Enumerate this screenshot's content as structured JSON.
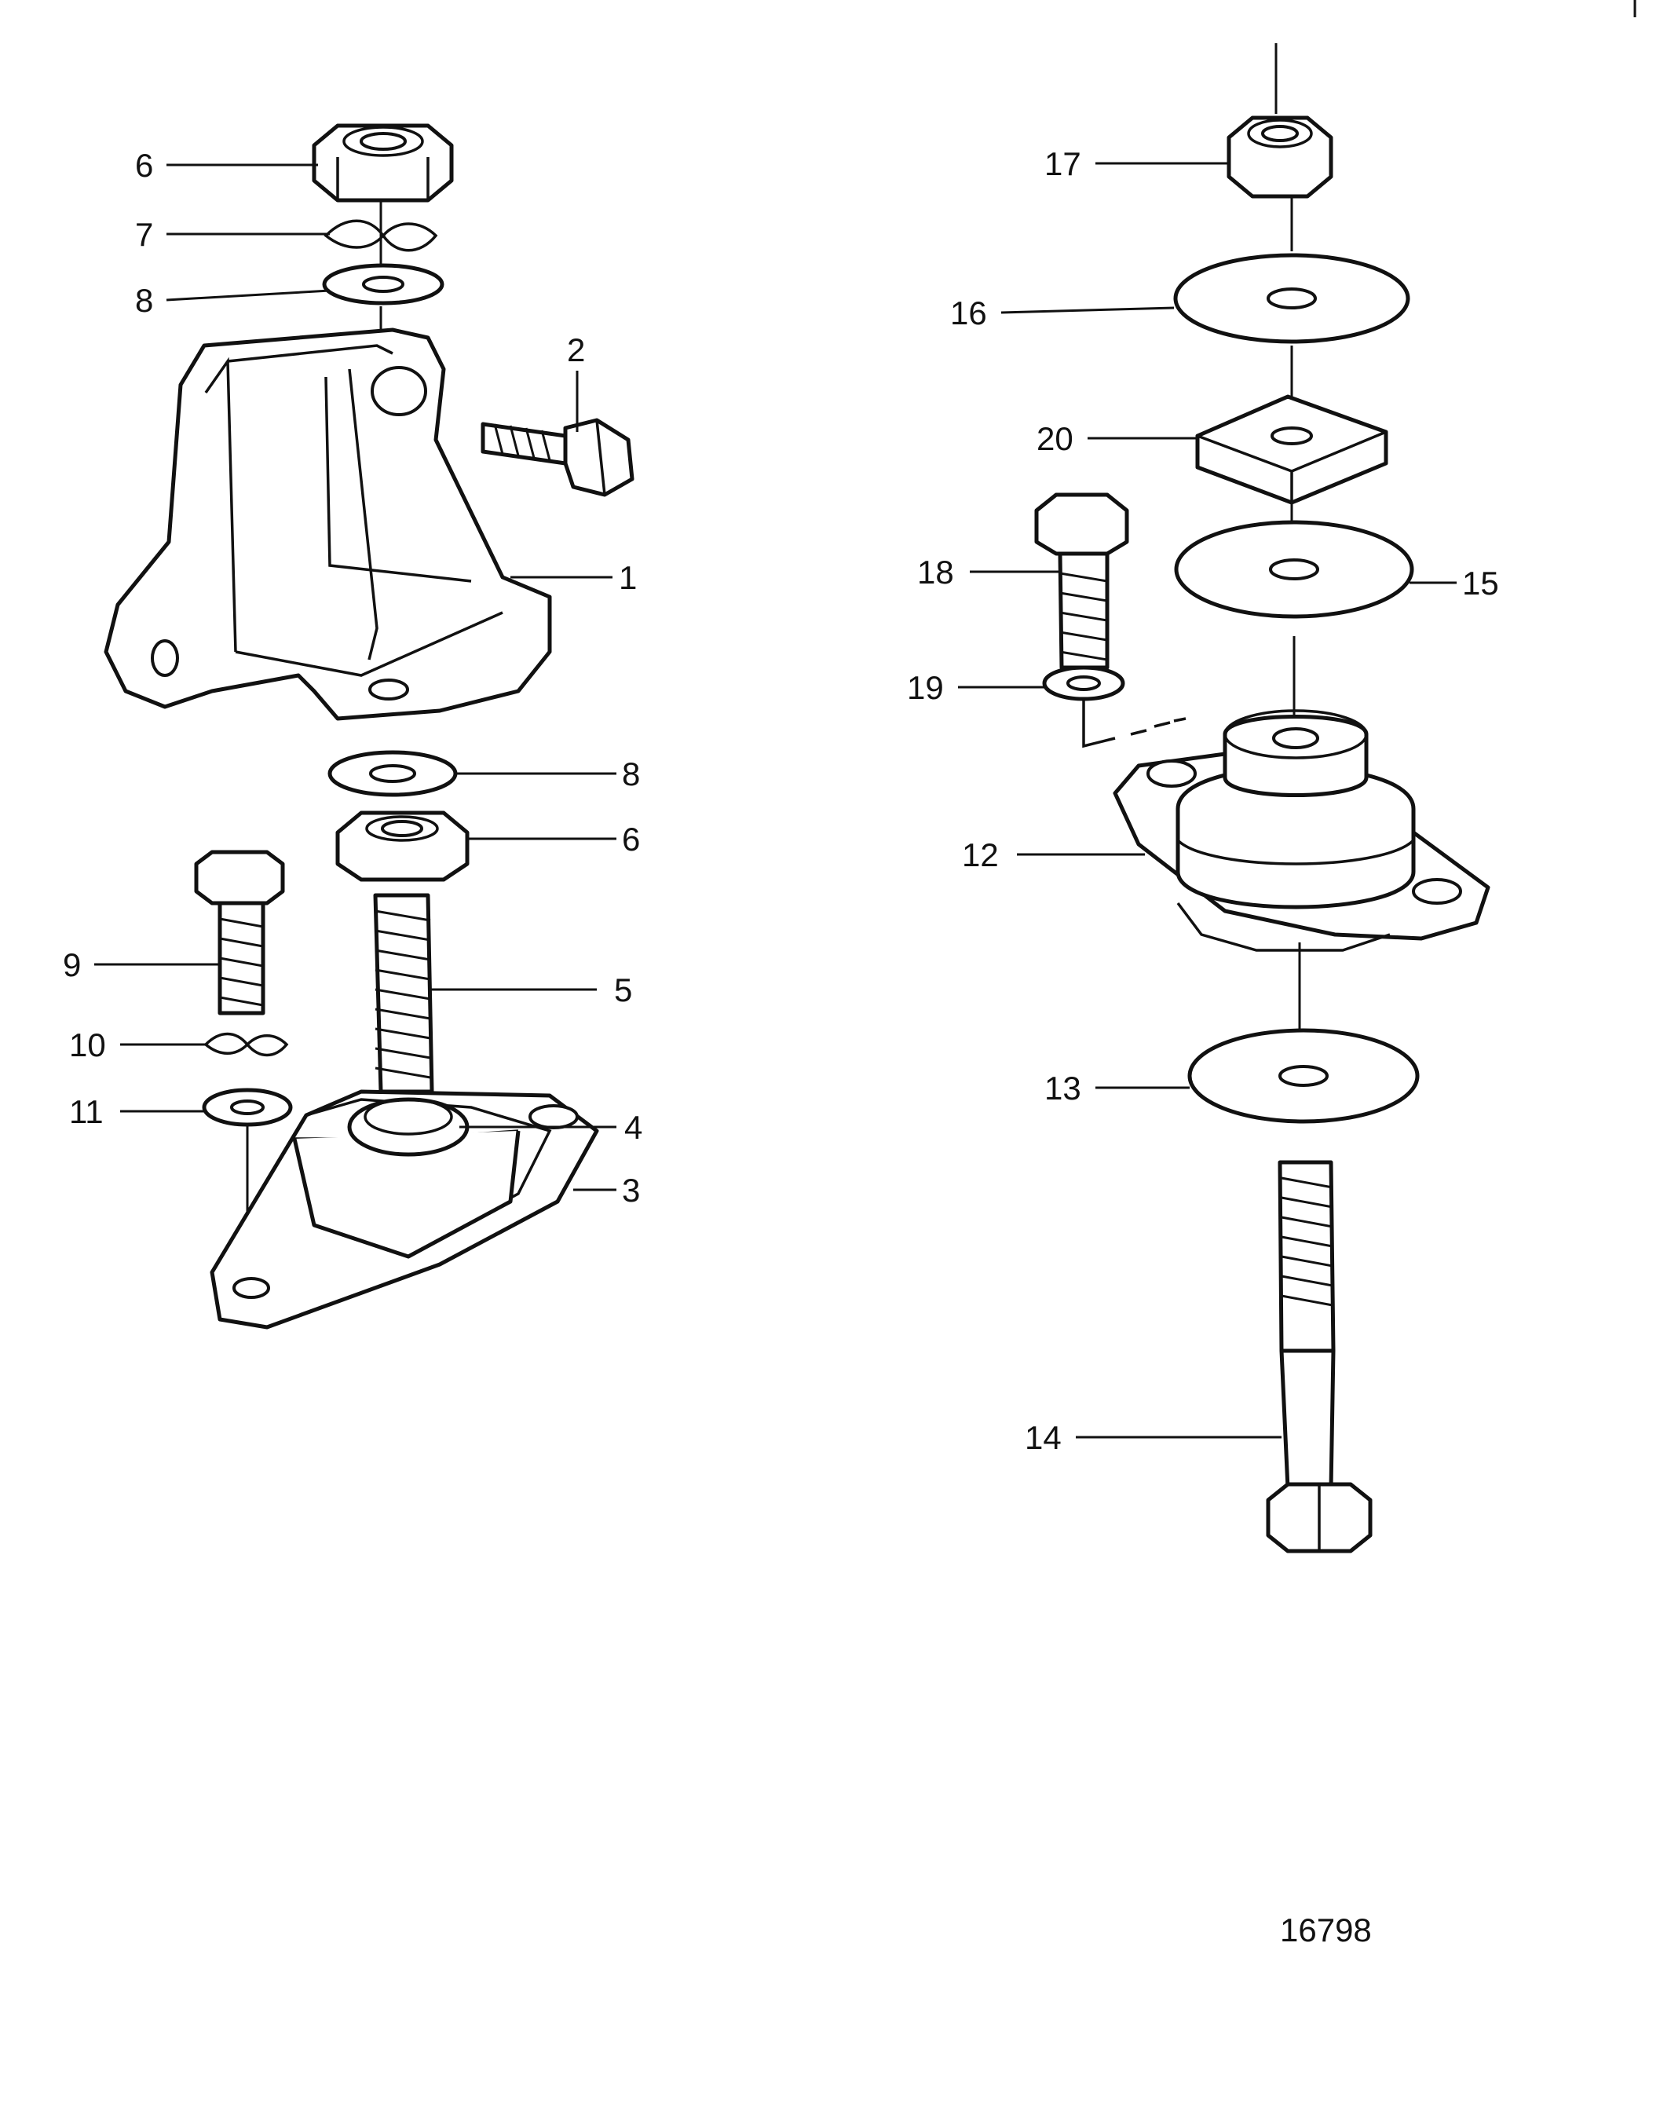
{
  "diagram": {
    "drawing_number": "16798",
    "callouts": [
      {
        "id": "c6a",
        "text": "6"
      },
      {
        "id": "c7",
        "text": "7"
      },
      {
        "id": "c8a",
        "text": "8"
      },
      {
        "id": "c2",
        "text": "2"
      },
      {
        "id": "c1",
        "text": "1"
      },
      {
        "id": "c8b",
        "text": "8"
      },
      {
        "id": "c6b",
        "text": "6"
      },
      {
        "id": "c9",
        "text": "9"
      },
      {
        "id": "c5",
        "text": "5"
      },
      {
        "id": "c10",
        "text": "10"
      },
      {
        "id": "c11",
        "text": "11"
      },
      {
        "id": "c4",
        "text": "4"
      },
      {
        "id": "c3",
        "text": "3"
      },
      {
        "id": "c17",
        "text": "17"
      },
      {
        "id": "c16",
        "text": "16"
      },
      {
        "id": "c20",
        "text": "20"
      },
      {
        "id": "c18",
        "text": "18"
      },
      {
        "id": "c15",
        "text": "15"
      },
      {
        "id": "c19",
        "text": "19"
      },
      {
        "id": "c12",
        "text": "12"
      },
      {
        "id": "c13",
        "text": "13"
      },
      {
        "id": "c14",
        "text": "14"
      }
    ]
  }
}
